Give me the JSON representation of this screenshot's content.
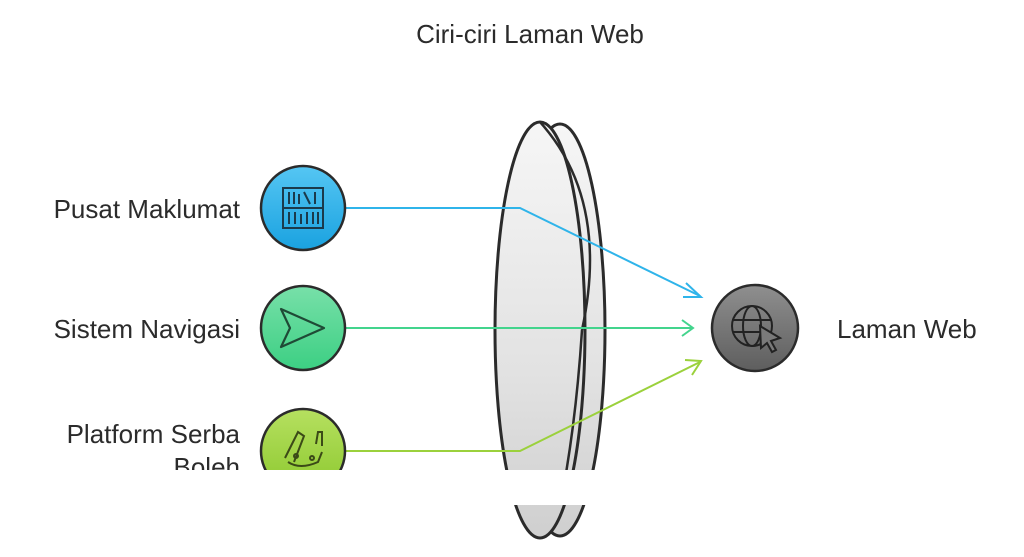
{
  "diagram": {
    "title": "Ciri-ciri Laman Web",
    "inputs": [
      {
        "label": "Pusat Maklumat",
        "icon": "bookshelf-icon",
        "color": "#2fb4ea"
      },
      {
        "label": "Sistem Navigasi",
        "icon": "send-arrow-icon",
        "color": "#43d48d"
      },
      {
        "label_line1": "Platform Serba",
        "label_line2": "Boleh",
        "icon": "swiss-knife-icon",
        "color": "#9bd13c"
      }
    ],
    "output": {
      "label": "Laman Web",
      "icon": "globe-cursor-icon",
      "color": "#7a7a7a"
    },
    "lens_color": "#e6e6e6"
  }
}
